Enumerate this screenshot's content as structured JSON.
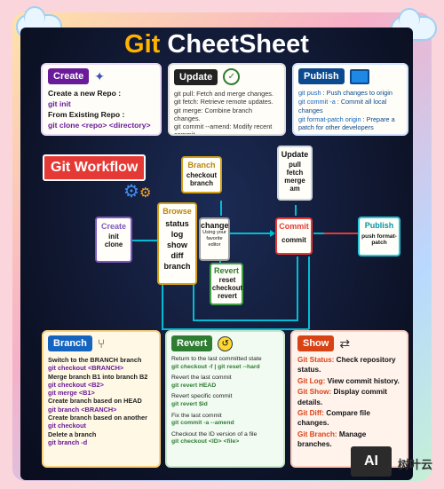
{
  "title": {
    "prefix": "Git",
    "rest": "CheetSheet"
  },
  "create": {
    "label": "Create",
    "lines": [
      {
        "text": "Create a new Repo :",
        "style": "plain"
      },
      {
        "text": "git init",
        "style": "code"
      },
      {
        "text": "From Existing Repo :",
        "style": "plain"
      },
      {
        "text": "git clone <repo> <directory>",
        "style": "code"
      }
    ]
  },
  "update": {
    "label": "Update",
    "lines": [
      "git pull: Fetch and merge changes.",
      "git fetch: Retrieve remote updates.",
      "git merge: Combine branch changes.",
      "git commit --amend: Modify recent commit."
    ]
  },
  "publish": {
    "label": "Publish",
    "lines": [
      {
        "code": "git push",
        "text": " : Push changes to origin"
      },
      {
        "code": "git commit -a",
        "text": " : Commit all local changes"
      },
      {
        "code": "git format-patch origin",
        "text": " : Prepare a patch for other developers"
      }
    ]
  },
  "workflow": {
    "label": "Git Workflow",
    "create": {
      "title": "Create",
      "body": "init clone"
    },
    "browse": {
      "title": "Browse",
      "body": "status log show diff branch"
    },
    "branch": {
      "title": "Branch",
      "body": "checkout branch"
    },
    "change": {
      "title": "change",
      "body": "Using your favorite editor"
    },
    "update": {
      "title": "Update",
      "body": "pull fetch merge am"
    },
    "commit": {
      "title": "Commit",
      "body": "commit"
    },
    "publish": {
      "title": "Publish",
      "body": "push format-patch"
    },
    "revert": {
      "title": "Revert",
      "body": "reset checkout revert"
    }
  },
  "branch": {
    "label": "Branch",
    "lines": [
      {
        "text": "Switch to the BRANCH branch",
        "style": "plain"
      },
      {
        "text": "git checkout <BRANCH>",
        "style": "code"
      },
      {
        "text": "Merge branch B1 into branch B2",
        "style": "plain"
      },
      {
        "text": "git checkout <B2>",
        "style": "code"
      },
      {
        "text": "git merge <B1>",
        "style": "code"
      },
      {
        "text": "Create branch based on HEAD",
        "style": "plain"
      },
      {
        "text": "git branch <BRANCH>",
        "style": "code"
      },
      {
        "text": "Create branch based on another",
        "style": "plain"
      },
      {
        "text": "git checkout",
        "style": "code"
      },
      {
        "text": "Delete a branch",
        "style": "plain"
      },
      {
        "text": "git branch -d",
        "style": "code"
      }
    ]
  },
  "revert": {
    "label": "Revert",
    "lines": [
      {
        "text": "Return to the last committed state",
        "style": "plain"
      },
      {
        "text": "git checkout -f | git reset --hard",
        "style": "code"
      },
      {
        "text": "Revert the last commit",
        "style": "plain"
      },
      {
        "text": "git revert HEAD",
        "style": "code"
      },
      {
        "text": "Revert specific commit",
        "style": "plain"
      },
      {
        "text": "git revert $id",
        "style": "code"
      },
      {
        "text": "Fix the last commit",
        "style": "plain"
      },
      {
        "text": "git commit -a --amend",
        "style": "code"
      },
      {
        "text": "Checkout the ID version of a file",
        "style": "plain"
      },
      {
        "text": "git checkout <ID> <file>",
        "style": "code"
      }
    ]
  },
  "show": {
    "label": "Show",
    "lines": [
      {
        "code": "Git Status:",
        "text": " Check repository status."
      },
      {
        "code": "Git Log:",
        "text": " View commit history."
      },
      {
        "code": "Git Show:",
        "text": " Display commit details."
      },
      {
        "code": "Git Diff:",
        "text": " Compare file changes."
      },
      {
        "code": "Git Branch:",
        "text": " Manage branches."
      }
    ]
  },
  "watermark": {
    "logo": "AI",
    "text": "树叶云"
  },
  "colors": {
    "create": "#6a1b9a",
    "update": "#222222",
    "publish": "#0b4a8f",
    "workflow": "#e53935",
    "branch": "#1565c0",
    "revert": "#2e7d32",
    "show": "#d84315",
    "line": "#00bcd4"
  }
}
